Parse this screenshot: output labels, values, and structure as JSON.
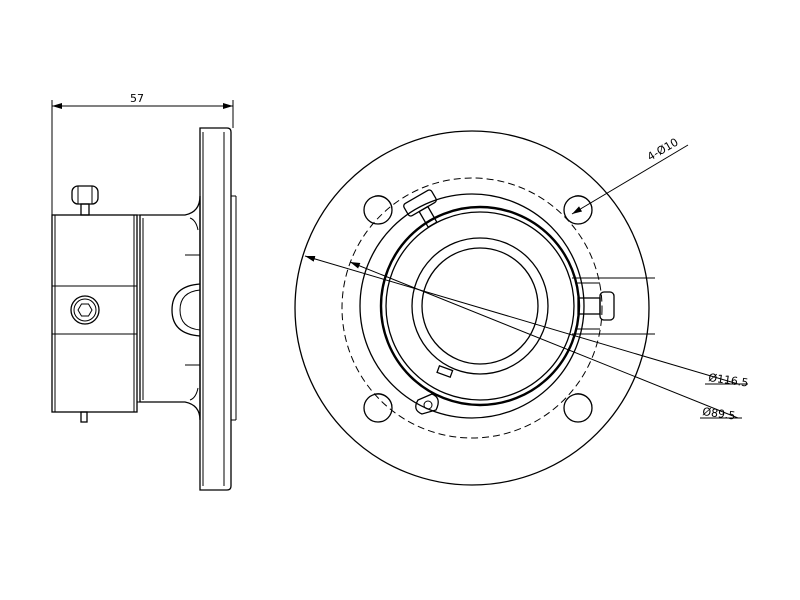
{
  "dimensions": {
    "width_label": "57",
    "bolt_holes_label": "4-Ø10",
    "outer_diameter_label": "Ø116.5",
    "pitch_diameter_label": "Ø89.5"
  }
}
